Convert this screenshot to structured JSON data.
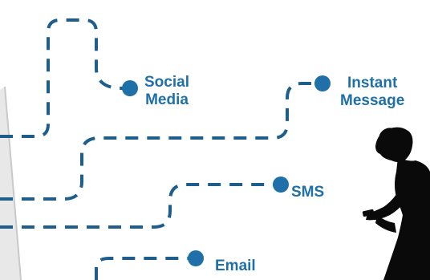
{
  "channels": {
    "social_media": {
      "line1": "Social",
      "line2": "Media"
    },
    "instant_message": {
      "line1": "Instant",
      "line2": "Message"
    },
    "sms": {
      "label": "SMS"
    },
    "email": {
      "label": "Email"
    }
  },
  "colors": {
    "accent": "#1f6fa8",
    "path": "#1d5e8c",
    "silhouette": "#0a0a0a",
    "panel": "#e6e6e6"
  },
  "icons": {
    "person": "person-with-phone-silhouette",
    "node": "channel-dot"
  }
}
